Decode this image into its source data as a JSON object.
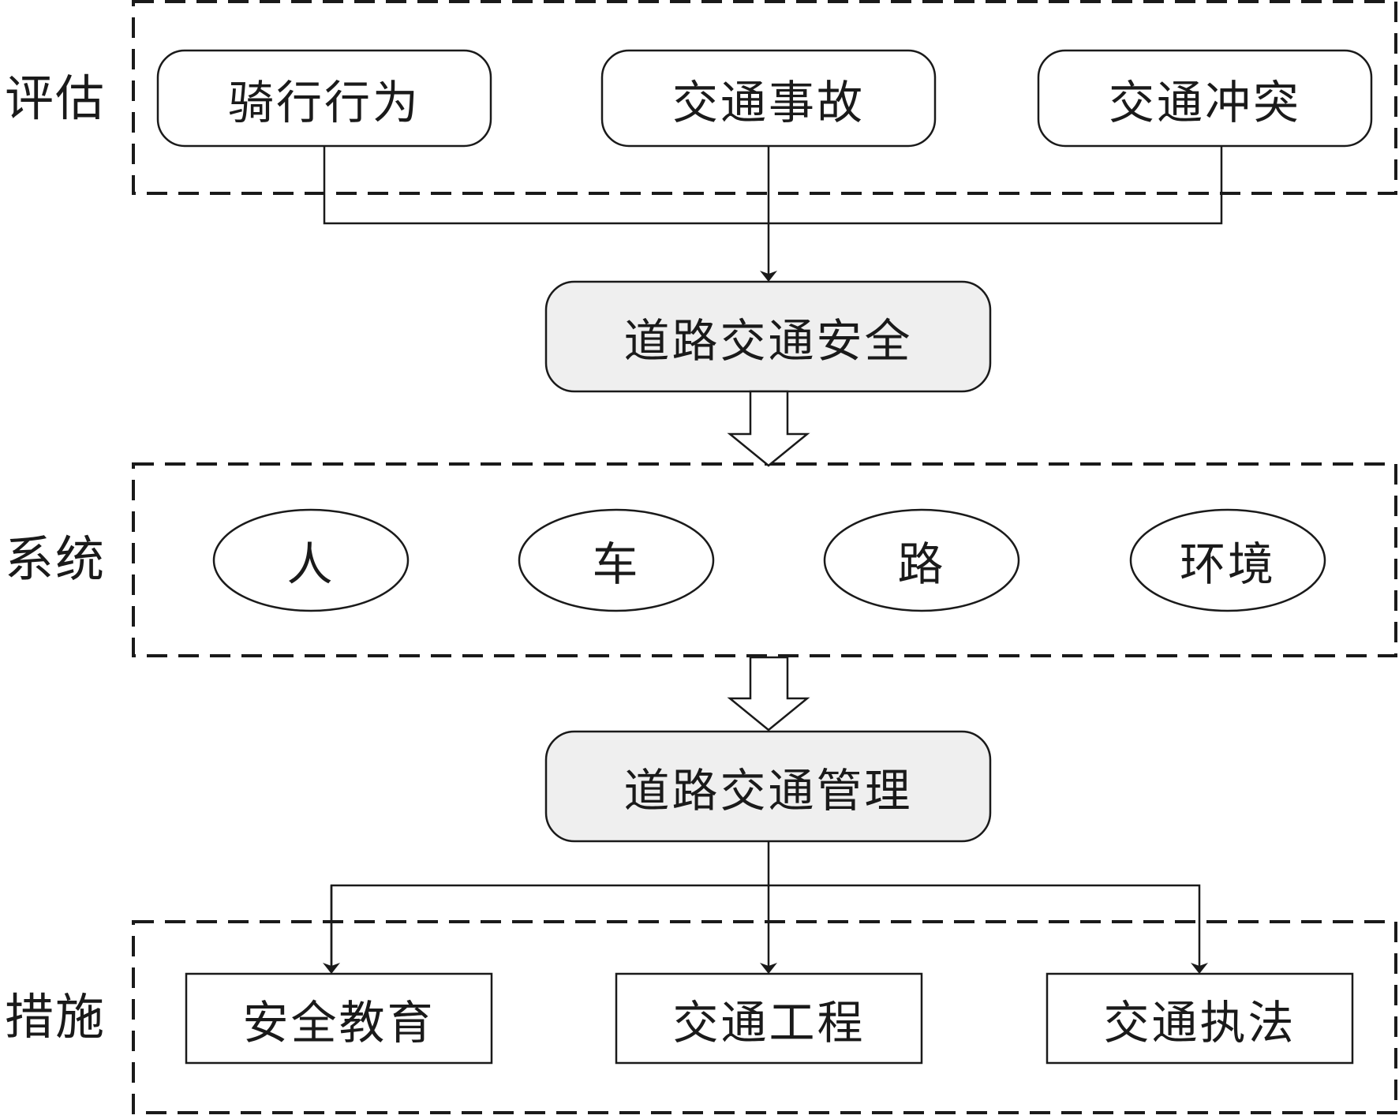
{
  "groups": {
    "assessment": {
      "label": "评估",
      "items": [
        "骑行行为",
        "交通事故",
        "交通冲突"
      ]
    },
    "system": {
      "label": "系统",
      "items": [
        "人",
        "车",
        "路",
        "环境"
      ]
    },
    "measures": {
      "label": "措施",
      "items": [
        "安全教育",
        "交通工程",
        "交通执法"
      ]
    }
  },
  "center": {
    "safety": "道路交通安全",
    "management": "道路交通管理"
  },
  "colors": {
    "stroke": "#1a1a1a",
    "center_fill": "#efefef",
    "background": "#ffffff"
  }
}
